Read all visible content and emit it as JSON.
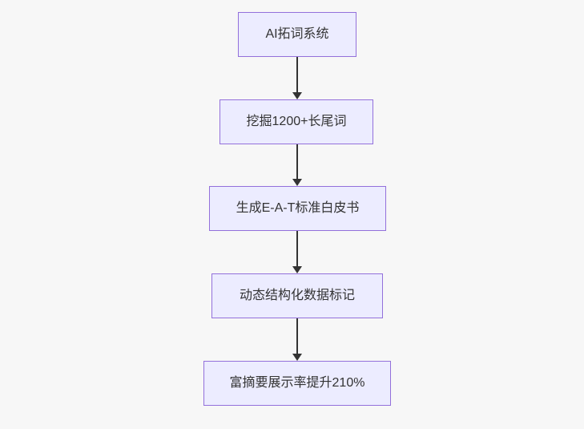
{
  "flowchart": {
    "type": "flowchart",
    "direction": "top-down",
    "colors": {
      "background": "#f7f7f7",
      "node_fill": "#ECECFF",
      "node_border": "#9370DB",
      "arrow": "#333333",
      "text": "#333333"
    },
    "nodes": [
      {
        "id": "A",
        "label": "AI拓词系统"
      },
      {
        "id": "B",
        "label": "挖掘1200+长尾词"
      },
      {
        "id": "C",
        "label": "生成E-A-T标准白皮书"
      },
      {
        "id": "D",
        "label": "动态结构化数据标记"
      },
      {
        "id": "E",
        "label": "富摘要展示率提升210%"
      }
    ],
    "edges": [
      {
        "from": "A",
        "to": "B"
      },
      {
        "from": "B",
        "to": "C"
      },
      {
        "from": "C",
        "to": "D"
      },
      {
        "from": "D",
        "to": "E"
      }
    ]
  }
}
